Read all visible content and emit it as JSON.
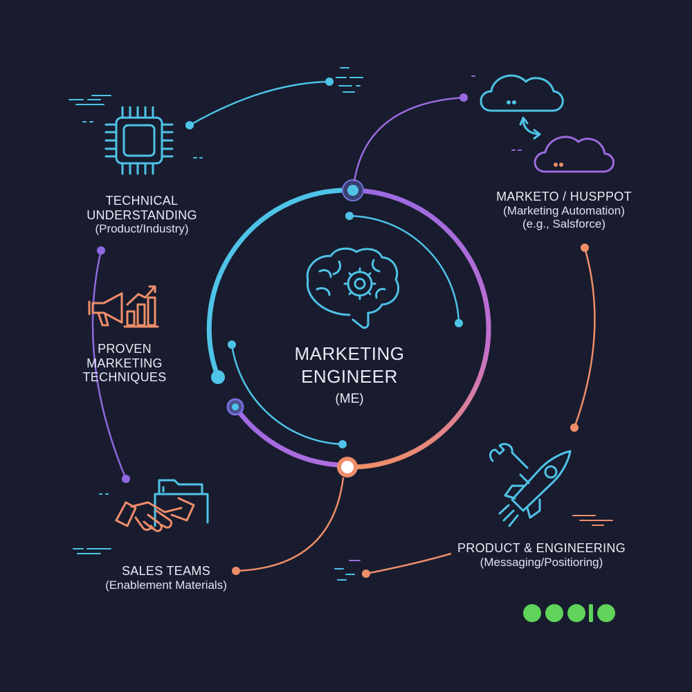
{
  "center": {
    "line1": "MARKETING",
    "line2": "ENGINEER",
    "abbr": "(ME)"
  },
  "nodes": {
    "technical": {
      "line1": "TECHNICAL",
      "line2": "UNDERSTANDING",
      "sub": "(Product/Industry)",
      "icon": "cpu-chip-icon"
    },
    "proven": {
      "line1": "PROVEN",
      "line2": "MARKETING",
      "line3": "TECHNIQUES",
      "icon": "megaphone-chart-icon"
    },
    "sales": {
      "line1": "SALES TEAMS",
      "sub": "(Enablement Materials)",
      "icon": "handshake-folder-icon"
    },
    "marketo": {
      "line1": "MARKETO / HUSPPOT",
      "sub": "(Marketing Automation)",
      "sub2": "(e.g., Salsforce)",
      "icon": "cloud-sync-icon"
    },
    "product": {
      "line1": "PRODUCT & ENGINEERING",
      "sub": "(Messaging/Positioring)",
      "icon": "rocket-wrench-icon"
    }
  },
  "colors": {
    "background": "#181c2e",
    "cyan": "#4fc3e8",
    "purple": "#9b6ae0",
    "orange": "#ee8e6a",
    "logo_green": "#5fd35a"
  },
  "logo": {
    "icon": "dots-bar-logo"
  }
}
